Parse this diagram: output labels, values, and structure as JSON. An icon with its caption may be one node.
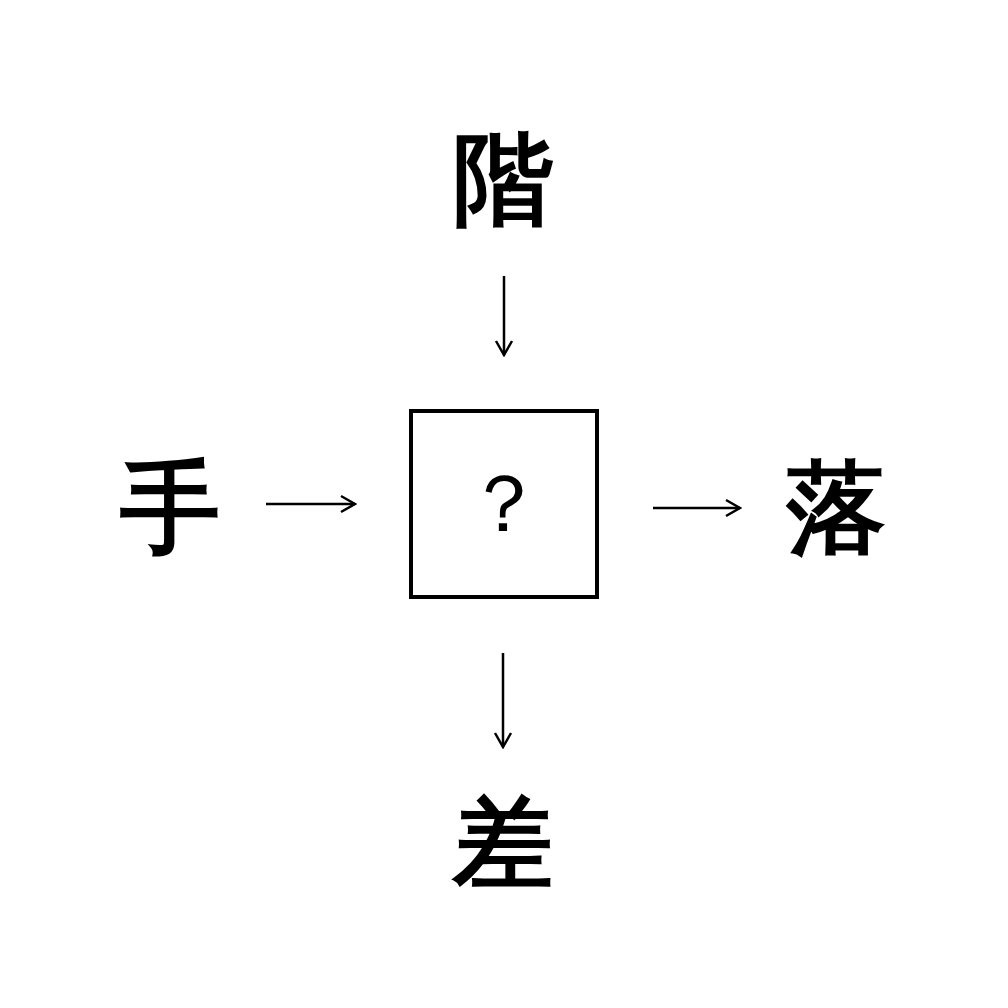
{
  "diagram": {
    "nodes": [
      {
        "text": [
          "階"
        ]
      },
      {
        "text": [
          "手"
        ]
      },
      {
        "text": [
          "？"
        ]
      },
      {
        "text": [
          "落"
        ]
      },
      {
        "text": [
          "差"
        ]
      }
    ],
    "edges": [
      {
        "from": 0,
        "to": 2,
        "arrow": "to"
      },
      {
        "from": 1,
        "to": 2,
        "arrow": "to"
      },
      {
        "from": 2,
        "to": 3,
        "arrow": "to"
      },
      {
        "from": 2,
        "to": 4,
        "arrow": "to"
      }
    ]
  }
}
